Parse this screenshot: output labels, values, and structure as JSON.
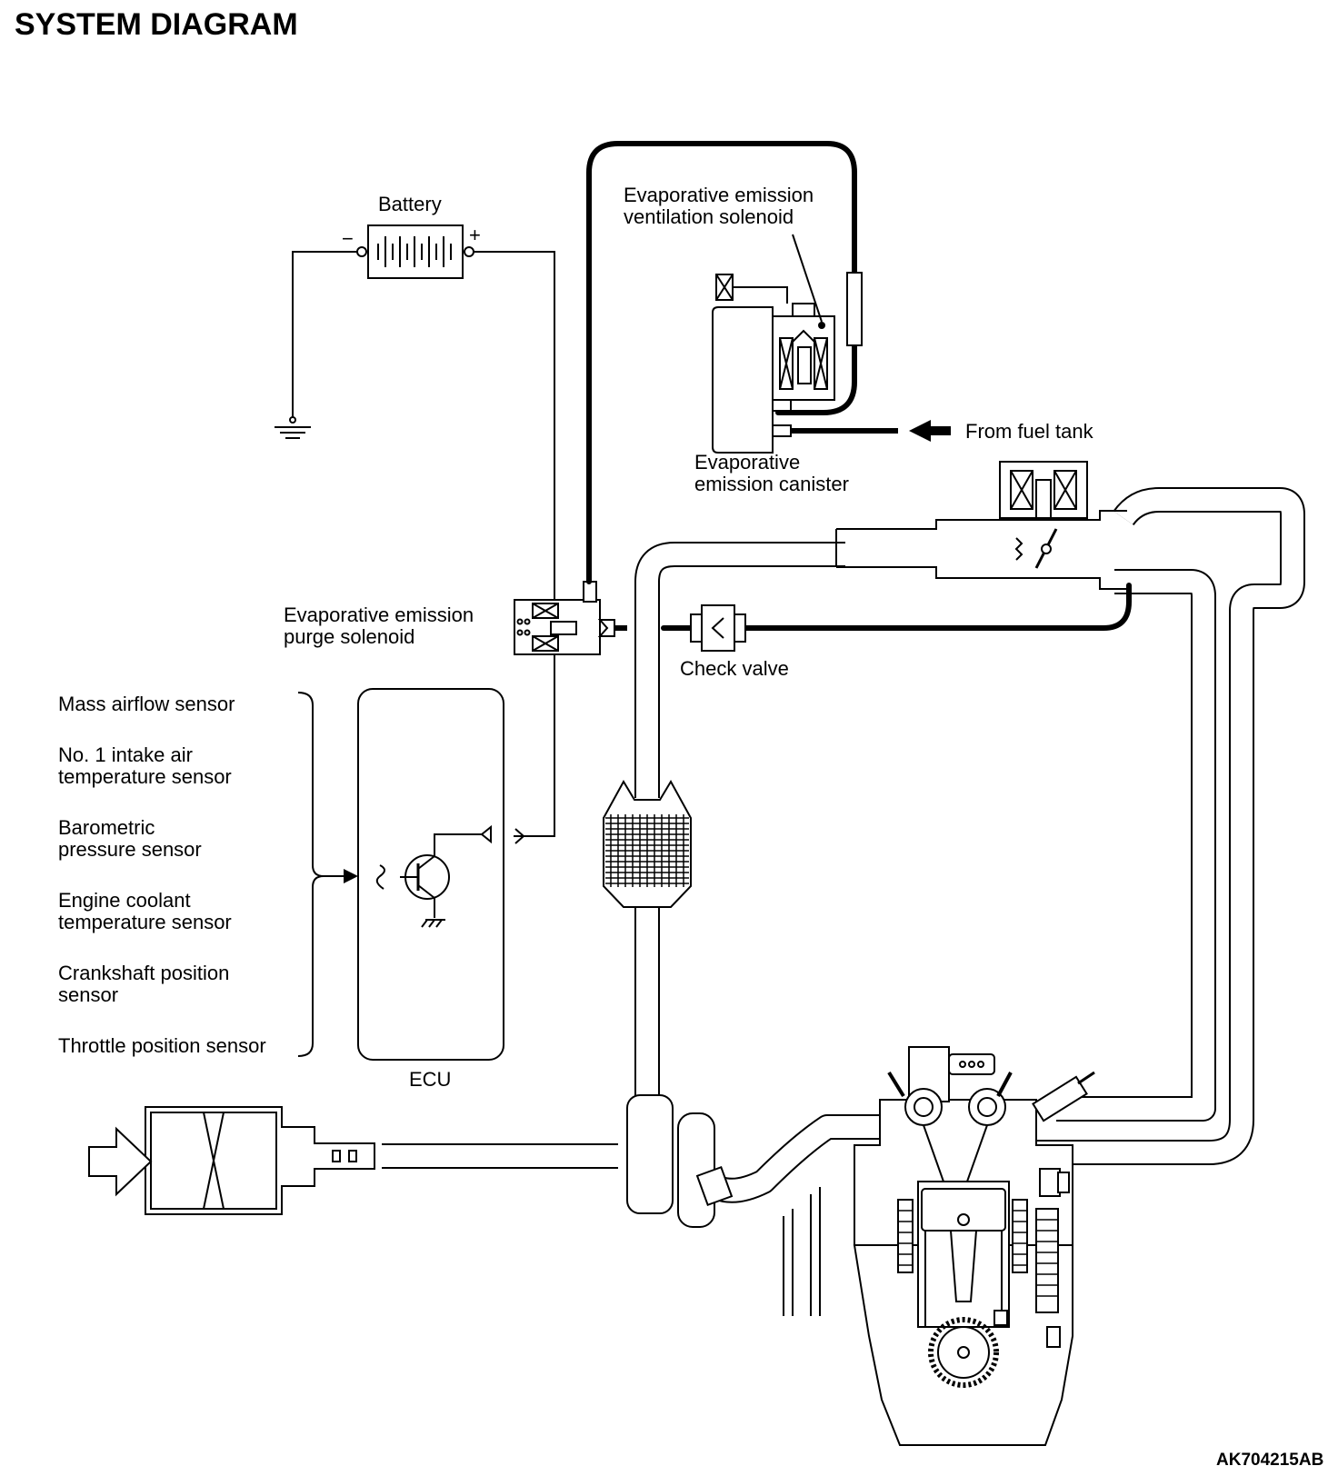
{
  "title": "SYSTEM DIAGRAM",
  "figure_code": "AK704215AB",
  "labels": {
    "battery": "Battery",
    "battery_minus": "−",
    "battery_plus": "+",
    "vent_solenoid_1": "Evaporative emission",
    "vent_solenoid_2": "ventilation solenoid",
    "from_fuel_tank": "From fuel tank",
    "canister_1": "Evaporative",
    "canister_2": "emission canister",
    "purge_solenoid_1": "Evaporative emission",
    "purge_solenoid_2": "purge solenoid",
    "check_valve": "Check valve",
    "ecu": "ECU"
  },
  "sensors": [
    {
      "lines": [
        "Mass airflow sensor"
      ]
    },
    {
      "lines": [
        "No. 1 intake air",
        "temperature sensor"
      ]
    },
    {
      "lines": [
        "Barometric",
        "pressure sensor"
      ]
    },
    {
      "lines": [
        "Engine coolant",
        "temperature sensor"
      ]
    },
    {
      "lines": [
        "Crankshaft position",
        "sensor"
      ]
    },
    {
      "lines": [
        "Throttle position sensor"
      ]
    }
  ]
}
